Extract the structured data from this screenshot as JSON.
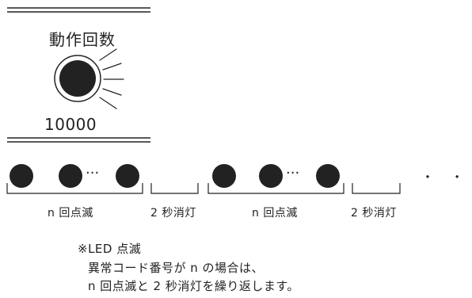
{
  "panel": {
    "title": "動作回数",
    "count": "10000",
    "led_icon": "blinking-led-icon"
  },
  "sequence": {
    "ellipsis": "···",
    "trailing_dots": "・ ・",
    "labels": [
      "n 回点滅",
      "2 秒消灯",
      "n 回点滅",
      "2 秒消灯"
    ]
  },
  "note": {
    "heading": "※LED 点滅",
    "line1": "異常コード番号が n の場合は、",
    "line2": "n 回点滅と 2 秒消灯を繰り返します。"
  },
  "colors": {
    "ink": "#222222",
    "led": "#222222",
    "background": "#ffffff"
  }
}
